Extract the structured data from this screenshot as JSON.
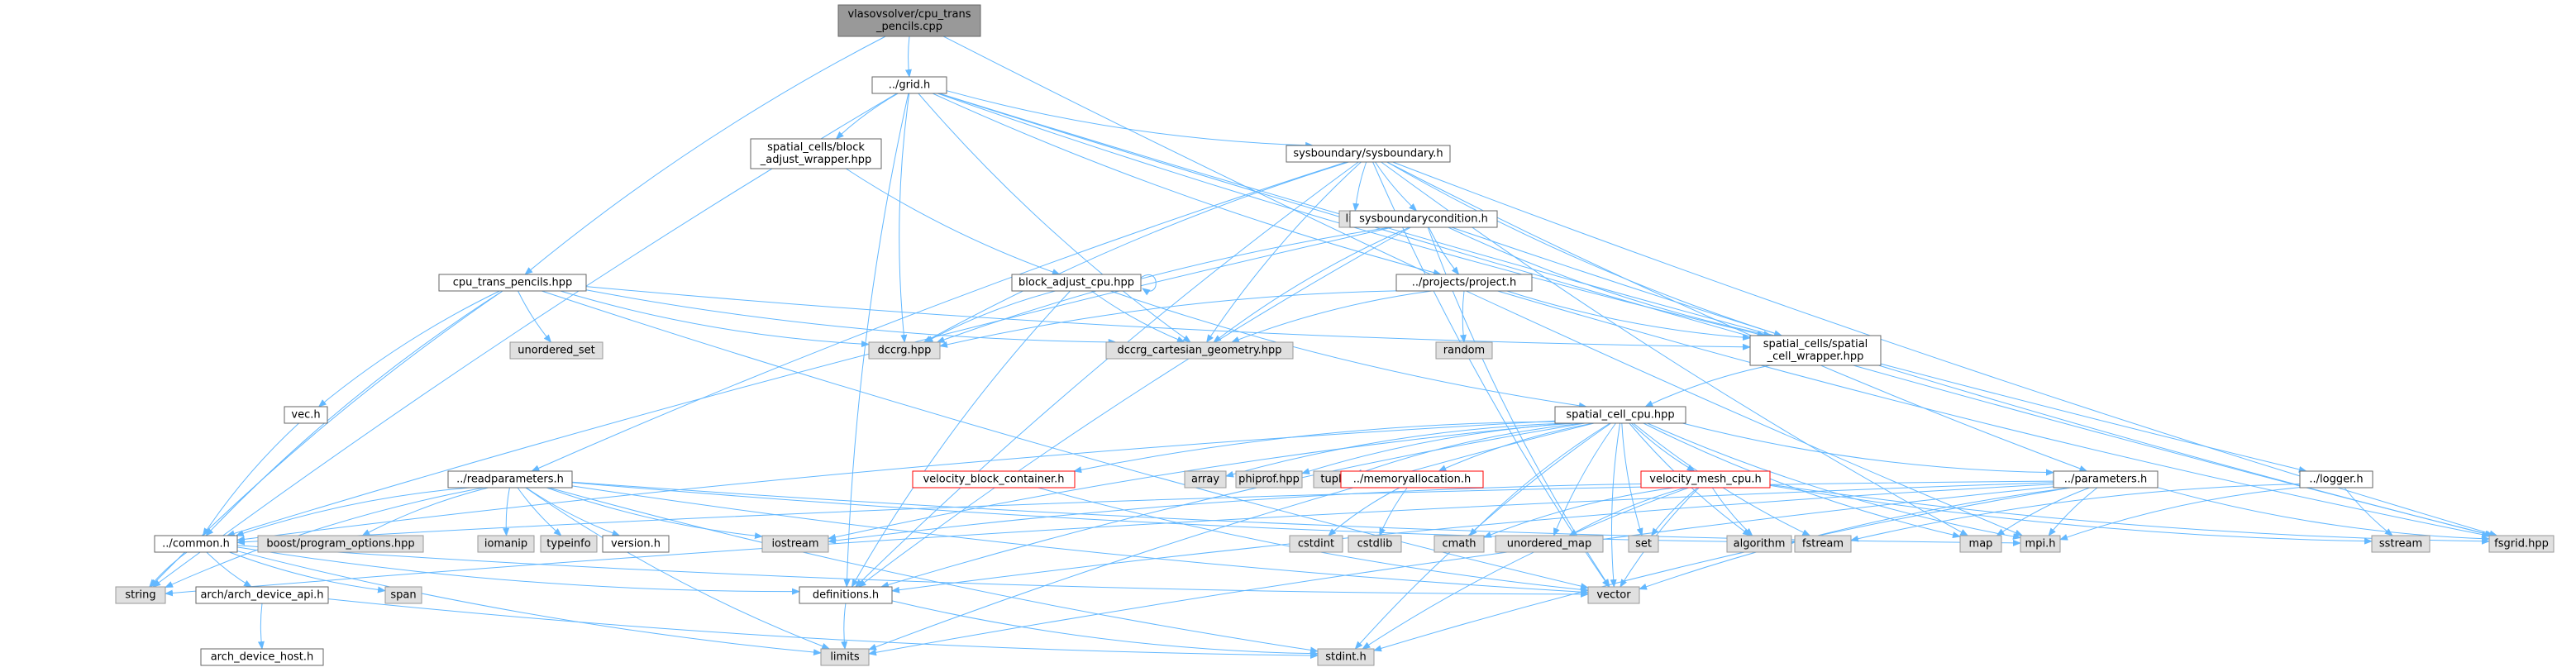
{
  "graph": {
    "colors": {
      "edge": "#63b8ff",
      "root_fill": "#999999",
      "node_fill": "#ffffff",
      "node_border": "#666666",
      "external_fill": "#e0e0e0",
      "external_border": "#999999",
      "warning_border": "#ff0000",
      "text": "#000000"
    },
    "nodes": [
      {
        "id": "root",
        "lines": [
          "vlasovsolver/cpu_trans",
          "_pencils.cpp"
        ],
        "kind": "root"
      },
      {
        "id": "grid",
        "lines": [
          "../grid.h"
        ],
        "kind": "file"
      },
      {
        "id": "block_adjust_wrapper",
        "lines": [
          "spatial_cells/block",
          "_adjust_wrapper.hpp"
        ],
        "kind": "file"
      },
      {
        "id": "sysboundary",
        "lines": [
          "sysboundary/sysboundary.h"
        ],
        "kind": "file"
      },
      {
        "id": "cpu_trans_pencils",
        "lines": [
          "cpu_trans_pencils.hpp"
        ],
        "kind": "file"
      },
      {
        "id": "list",
        "lines": [
          "list"
        ],
        "kind": "external"
      },
      {
        "id": "sysboundarycondition",
        "lines": [
          "sysboundarycondition.h"
        ],
        "kind": "file"
      },
      {
        "id": "block_adjust_cpu",
        "lines": [
          "block_adjust_cpu.hpp"
        ],
        "kind": "file"
      },
      {
        "id": "project",
        "lines": [
          "../projects/project.h"
        ],
        "kind": "file"
      },
      {
        "id": "unordered_set",
        "lines": [
          "unordered_set"
        ],
        "kind": "external"
      },
      {
        "id": "dccrg",
        "lines": [
          "dccrg.hpp"
        ],
        "kind": "external"
      },
      {
        "id": "dccrg_cart",
        "lines": [
          "dccrg_cartesian_geometry.hpp"
        ],
        "kind": "external"
      },
      {
        "id": "random",
        "lines": [
          "random"
        ],
        "kind": "external"
      },
      {
        "id": "spatial_cell_wrapper",
        "lines": [
          "spatial_cells/spatial",
          "_cell_wrapper.hpp"
        ],
        "kind": "file"
      },
      {
        "id": "vec",
        "lines": [
          "vec.h"
        ],
        "kind": "file"
      },
      {
        "id": "spatial_cell_cpu",
        "lines": [
          "spatial_cell_cpu.hpp"
        ],
        "kind": "file"
      },
      {
        "id": "readparameters",
        "lines": [
          "../readparameters.h"
        ],
        "kind": "file"
      },
      {
        "id": "velocity_block_container",
        "lines": [
          "velocity_block_container.h"
        ],
        "kind": "warning"
      },
      {
        "id": "array",
        "lines": [
          "array"
        ],
        "kind": "external"
      },
      {
        "id": "phiprof",
        "lines": [
          "phiprof.hpp"
        ],
        "kind": "external"
      },
      {
        "id": "tuple",
        "lines": [
          "tuple"
        ],
        "kind": "external"
      },
      {
        "id": "memoryallocation",
        "lines": [
          "../memoryallocation.h"
        ],
        "kind": "warning"
      },
      {
        "id": "velocity_mesh_cpu",
        "lines": [
          "velocity_mesh_cpu.h"
        ],
        "kind": "warning"
      },
      {
        "id": "parameters",
        "lines": [
          "../parameters.h"
        ],
        "kind": "file"
      },
      {
        "id": "logger",
        "lines": [
          "../logger.h"
        ],
        "kind": "file"
      },
      {
        "id": "common",
        "lines": [
          "../common.h"
        ],
        "kind": "file"
      },
      {
        "id": "boost_po",
        "lines": [
          "boost/program_options.hpp"
        ],
        "kind": "external"
      },
      {
        "id": "iomanip",
        "lines": [
          "iomanip"
        ],
        "kind": "external"
      },
      {
        "id": "typeinfo",
        "lines": [
          "typeinfo"
        ],
        "kind": "external"
      },
      {
        "id": "version",
        "lines": [
          "version.h"
        ],
        "kind": "file"
      },
      {
        "id": "iostream",
        "lines": [
          "iostream"
        ],
        "kind": "external"
      },
      {
        "id": "cstdint",
        "lines": [
          "cstdint"
        ],
        "kind": "external"
      },
      {
        "id": "cstdlib",
        "lines": [
          "cstdlib"
        ],
        "kind": "external"
      },
      {
        "id": "cmath",
        "lines": [
          "cmath"
        ],
        "kind": "external"
      },
      {
        "id": "unordered_map",
        "lines": [
          "unordered_map"
        ],
        "kind": "external"
      },
      {
        "id": "set",
        "lines": [
          "set"
        ],
        "kind": "external"
      },
      {
        "id": "algorithm",
        "lines": [
          "algorithm"
        ],
        "kind": "external"
      },
      {
        "id": "fstream",
        "lines": [
          "fstream"
        ],
        "kind": "external"
      },
      {
        "id": "map",
        "lines": [
          "map"
        ],
        "kind": "external"
      },
      {
        "id": "mpi",
        "lines": [
          "mpi.h"
        ],
        "kind": "external"
      },
      {
        "id": "sstream",
        "lines": [
          "sstream"
        ],
        "kind": "external"
      },
      {
        "id": "fsgrid",
        "lines": [
          "fsgrid.hpp"
        ],
        "kind": "external"
      },
      {
        "id": "string",
        "lines": [
          "string"
        ],
        "kind": "external"
      },
      {
        "id": "span",
        "lines": [
          "span"
        ],
        "kind": "external"
      },
      {
        "id": "arch_device_api",
        "lines": [
          "arch/arch_device_api.h"
        ],
        "kind": "file"
      },
      {
        "id": "definitions",
        "lines": [
          "definitions.h"
        ],
        "kind": "file"
      },
      {
        "id": "vector",
        "lines": [
          "vector"
        ],
        "kind": "external"
      },
      {
        "id": "arch_device_host",
        "lines": [
          "arch_device_host.h"
        ],
        "kind": "file"
      },
      {
        "id": "limits",
        "lines": [
          "limits"
        ],
        "kind": "external"
      },
      {
        "id": "stdint",
        "lines": [
          "stdint.h"
        ],
        "kind": "external"
      }
    ],
    "edges": [
      [
        "root",
        "grid"
      ],
      [
        "root",
        "cpu_trans_pencils"
      ],
      [
        "root",
        "mpi"
      ],
      [
        "grid",
        "block_adjust_wrapper"
      ],
      [
        "grid",
        "sysboundary"
      ],
      [
        "grid",
        "project"
      ],
      [
        "grid",
        "dccrg"
      ],
      [
        "grid",
        "dccrg_cart"
      ],
      [
        "grid",
        "spatial_cell_wrapper"
      ],
      [
        "grid",
        "logger"
      ],
      [
        "grid",
        "string"
      ],
      [
        "grid",
        "definitions"
      ],
      [
        "grid",
        "fsgrid"
      ],
      [
        "block_adjust_wrapper",
        "block_adjust_cpu"
      ],
      [
        "sysboundary",
        "list"
      ],
      [
        "sysboundary",
        "sysboundarycondition"
      ],
      [
        "sysboundary",
        "dccrg"
      ],
      [
        "sysboundary",
        "dccrg_cart"
      ],
      [
        "sysboundary",
        "spatial_cell_wrapper"
      ],
      [
        "sysboundary",
        "readparameters"
      ],
      [
        "sysboundary",
        "parameters"
      ],
      [
        "sysboundary",
        "map"
      ],
      [
        "sysboundary",
        "fsgrid"
      ],
      [
        "sysboundary",
        "vector"
      ],
      [
        "sysboundary",
        "definitions"
      ],
      [
        "sysboundarycondition",
        "project"
      ],
      [
        "sysboundarycondition",
        "dccrg"
      ],
      [
        "sysboundarycondition",
        "dccrg_cart"
      ],
      [
        "sysboundarycondition",
        "spatial_cell_wrapper"
      ],
      [
        "sysboundarycondition",
        "common"
      ],
      [
        "sysboundarycondition",
        "definitions"
      ],
      [
        "sysboundarycondition",
        "fsgrid"
      ],
      [
        "sysboundarycondition",
        "vector"
      ],
      [
        "cpu_trans_pencils",
        "dccrg"
      ],
      [
        "cpu_trans_pencils",
        "dccrg_cart"
      ],
      [
        "cpu_trans_pencils",
        "unordered_set"
      ],
      [
        "cpu_trans_pencils",
        "spatial_cell_wrapper"
      ],
      [
        "cpu_trans_pencils",
        "vec"
      ],
      [
        "cpu_trans_pencils",
        "common"
      ],
      [
        "cpu_trans_pencils",
        "string"
      ],
      [
        "cpu_trans_pencils",
        "vector"
      ],
      [
        "block_adjust_cpu",
        "block_adjust_cpu"
      ],
      [
        "block_adjust_cpu",
        "dccrg"
      ],
      [
        "block_adjust_cpu",
        "dccrg_cart"
      ],
      [
        "block_adjust_cpu",
        "spatial_cell_cpu"
      ],
      [
        "block_adjust_cpu",
        "definitions"
      ],
      [
        "project",
        "dccrg"
      ],
      [
        "project",
        "dccrg_cart"
      ],
      [
        "project",
        "random"
      ],
      [
        "project",
        "spatial_cell_wrapper"
      ],
      [
        "project",
        "fsgrid"
      ],
      [
        "spatial_cell_wrapper",
        "spatial_cell_cpu"
      ],
      [
        "vec",
        "common"
      ],
      [
        "spatial_cell_cpu",
        "velocity_block_container"
      ],
      [
        "spatial_cell_cpu",
        "array"
      ],
      [
        "spatial_cell_cpu",
        "phiprof"
      ],
      [
        "spatial_cell_cpu",
        "tuple"
      ],
      [
        "spatial_cell_cpu",
        "memoryallocation"
      ],
      [
        "spatial_cell_cpu",
        "velocity_mesh_cpu"
      ],
      [
        "spatial_cell_cpu",
        "parameters"
      ],
      [
        "spatial_cell_cpu",
        "common"
      ],
      [
        "spatial_cell_cpu",
        "definitions"
      ],
      [
        "spatial_cell_cpu",
        "iostream"
      ],
      [
        "spatial_cell_cpu",
        "cmath"
      ],
      [
        "spatial_cell_cpu",
        "unordered_map"
      ],
      [
        "spatial_cell_cpu",
        "set"
      ],
      [
        "spatial_cell_cpu",
        "algorithm"
      ],
      [
        "spatial_cell_cpu",
        "fstream"
      ],
      [
        "spatial_cell_cpu",
        "map"
      ],
      [
        "spatial_cell_cpu",
        "mpi"
      ],
      [
        "spatial_cell_cpu",
        "vector"
      ],
      [
        "spatial_cell_cpu",
        "limits"
      ],
      [
        "spatial_cell_cpu",
        "stdint"
      ],
      [
        "readparameters",
        "common"
      ],
      [
        "readparameters",
        "boost_po"
      ],
      [
        "readparameters",
        "iomanip"
      ],
      [
        "readparameters",
        "typeinfo"
      ],
      [
        "readparameters",
        "version"
      ],
      [
        "readparameters",
        "iostream"
      ],
      [
        "readparameters",
        "fstream"
      ],
      [
        "readparameters",
        "mpi"
      ],
      [
        "readparameters",
        "string"
      ],
      [
        "readparameters",
        "vector"
      ],
      [
        "readparameters",
        "limits"
      ],
      [
        "readparameters",
        "stdint"
      ],
      [
        "velocity_block_container",
        "vector"
      ],
      [
        "memoryallocation",
        "cstdint"
      ],
      [
        "memoryallocation",
        "cstdlib"
      ],
      [
        "velocity_mesh_cpu",
        "iostream"
      ],
      [
        "velocity_mesh_cpu",
        "cmath"
      ],
      [
        "velocity_mesh_cpu",
        "unordered_map"
      ],
      [
        "velocity_mesh_cpu",
        "set"
      ],
      [
        "velocity_mesh_cpu",
        "algorithm"
      ],
      [
        "velocity_mesh_cpu",
        "sstream"
      ],
      [
        "velocity_mesh_cpu",
        "vector"
      ],
      [
        "velocity_mesh_cpu",
        "stdint"
      ],
      [
        "velocity_mesh_cpu",
        "fsgrid"
      ],
      [
        "parameters",
        "common"
      ],
      [
        "parameters",
        "definitions"
      ],
      [
        "parameters",
        "string"
      ],
      [
        "parameters",
        "vector"
      ],
      [
        "parameters",
        "map"
      ],
      [
        "parameters",
        "mpi"
      ],
      [
        "parameters",
        "fsgrid"
      ],
      [
        "parameters",
        "limits"
      ],
      [
        "parameters",
        "stdint"
      ],
      [
        "logger",
        "fstream"
      ],
      [
        "logger",
        "sstream"
      ],
      [
        "logger",
        "mpi"
      ],
      [
        "common",
        "string"
      ],
      [
        "common",
        "span"
      ],
      [
        "common",
        "arch_device_api"
      ],
      [
        "common",
        "definitions"
      ],
      [
        "common",
        "vector"
      ],
      [
        "common",
        "limits"
      ],
      [
        "arch_device_api",
        "arch_device_host"
      ],
      [
        "arch_device_api",
        "stdint"
      ],
      [
        "definitions",
        "limits"
      ],
      [
        "definitions",
        "stdint"
      ]
    ]
  }
}
